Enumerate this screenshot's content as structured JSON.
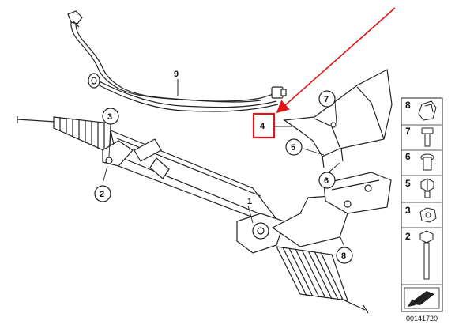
{
  "diagram": {
    "highlighted_callout": "4",
    "highlight_color": "#e01414",
    "diagram_id": "00141720"
  },
  "callouts": {
    "c1": "1",
    "c2": "2",
    "c3": "3",
    "c4": "4",
    "c5": "5",
    "c6": "6",
    "c7": "7",
    "c8": "8",
    "c9": "9"
  },
  "legend": {
    "items": [
      "8",
      "7",
      "6",
      "5",
      "3",
      "2"
    ]
  }
}
